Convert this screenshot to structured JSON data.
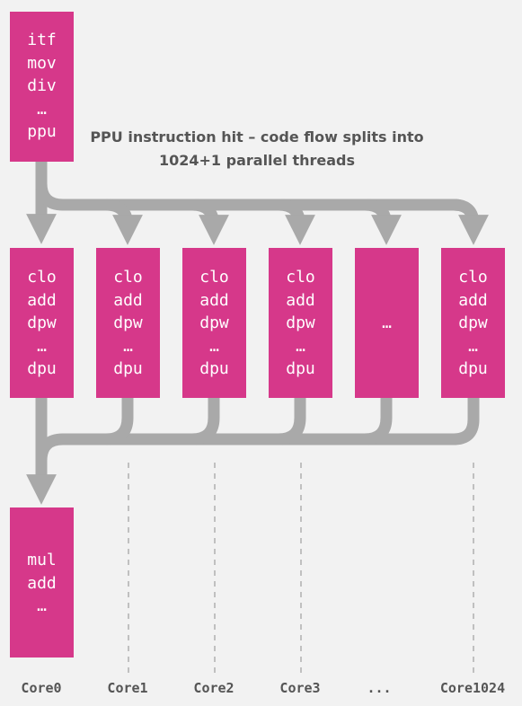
{
  "headline": {
    "line1": "PPU instruction hit – code flow splits into",
    "line2": "1024+1 parallel threads"
  },
  "ppu_block": {
    "lines": [
      "itf",
      "mov",
      "div",
      "…",
      "ppu"
    ]
  },
  "thread_blocks": [
    {
      "lines": [
        "clo",
        "add",
        "dpw",
        "…",
        "dpu"
      ]
    },
    {
      "lines": [
        "clo",
        "add",
        "dpw",
        "…",
        "dpu"
      ]
    },
    {
      "lines": [
        "clo",
        "add",
        "dpw",
        "…",
        "dpu"
      ]
    },
    {
      "lines": [
        "clo",
        "add",
        "dpw",
        "…",
        "dpu"
      ]
    },
    {
      "lines": [
        "…"
      ]
    },
    {
      "lines": [
        "clo",
        "add",
        "dpw",
        "…",
        "dpu"
      ]
    }
  ],
  "merge_block": {
    "lines": [
      "mul",
      "add",
      "…"
    ]
  },
  "core_labels": [
    "Core0",
    "Core1",
    "Core2",
    "Core3",
    "...",
    "Core1024"
  ],
  "colors": {
    "block": "#d6388a",
    "block_text": "#ffffff",
    "arrow": "#a9a9a9",
    "dashed_line": "#b0b0b0",
    "label_text": "#555555",
    "background": "#f2f2f2"
  }
}
